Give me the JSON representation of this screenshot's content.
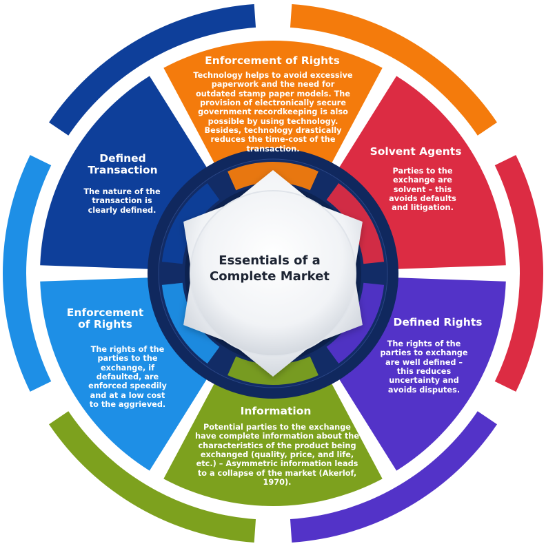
{
  "center": {
    "line1": "Essentials of a",
    "line2": "Complete Market"
  },
  "segments": [
    {
      "id": "top",
      "title": "Enforcement of Rights",
      "title_lines": [
        "Enforcement of Rights"
      ],
      "body": "Technology helps to avoid excessive paperwork and the need for outdated stamp paper models. The provision of electronically secure government recordkeeping is also possible by using technology. Besides, technology drastically reduces the time-cost of the transaction.",
      "color": "#f47b0c"
    },
    {
      "id": "upper-right",
      "title": "Solvent Agents",
      "title_lines": [
        "Solvent Agents"
      ],
      "body": "Parties to the exchange are solvent – this avoids defaults and litigation.",
      "color": "#dc2c43"
    },
    {
      "id": "lower-right",
      "title": "Defined Rights",
      "title_lines": [
        "Defined Rights"
      ],
      "body": "The rights of the parties to exchange are well defined – this reduces uncertainty and avoids disputes.",
      "color": "#5333c8"
    },
    {
      "id": "bottom",
      "title": "Information",
      "title_lines": [
        "Information"
      ],
      "body": "Potential parties to the exchange have complete information about the characteristics of the product being exchanged (quality, price, and life, etc.) – Asymmetric information leads to a collapse of the market (Akerlof, 1970).",
      "color": "#7da11e"
    },
    {
      "id": "lower-left",
      "title": "Enforcement of Rights",
      "title_lines": [
        "Enforcement",
        "of Rights"
      ],
      "body": "The rights of the parties to the exchange, if defaulted, are enforced speedily and at a low cost to the aggrieved.",
      "color": "#1e8fe6"
    },
    {
      "id": "upper-left",
      "title": "Defined Transaction",
      "title_lines": [
        "Defined",
        "Transaction"
      ],
      "body": "The nature of the transaction is clearly defined.",
      "color": "#0e3f9a"
    }
  ]
}
